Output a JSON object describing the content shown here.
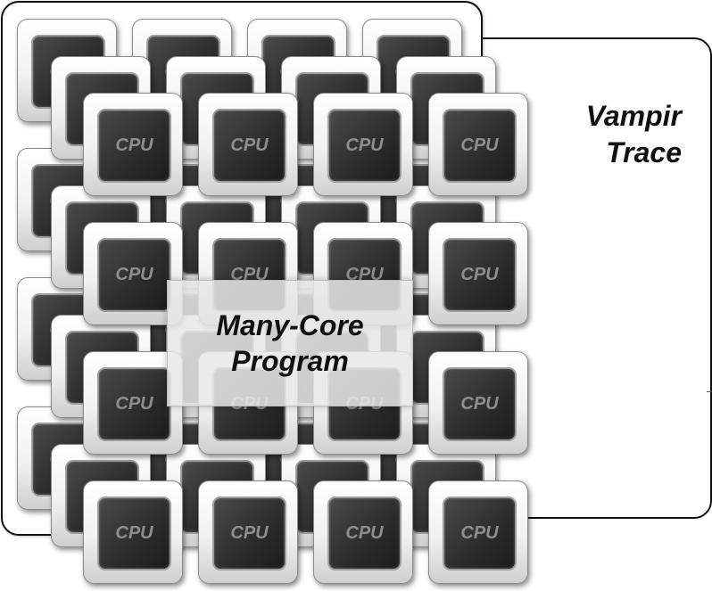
{
  "trace_panel": {
    "line1": "Vampir",
    "line2": "Trace"
  },
  "program": {
    "line1": "Many-Core",
    "line2": "Program"
  },
  "chip_label": "CPU",
  "colors": {
    "die": "#2b2b2b",
    "chip_text": "#8e8e8e",
    "border": "#111111"
  }
}
